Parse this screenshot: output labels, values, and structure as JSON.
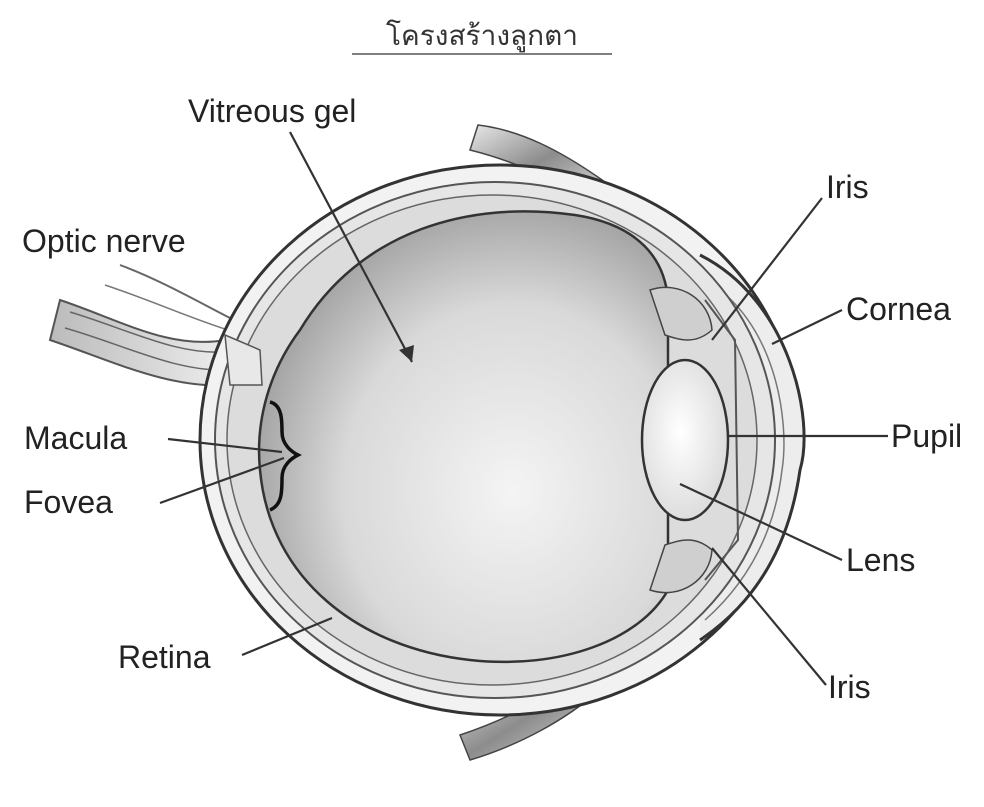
{
  "title": "โครงสร้างลูกตา",
  "labels": {
    "vitreous_gel": "Vitreous gel",
    "optic_nerve": "Optic nerve",
    "iris_top": "Iris",
    "cornea": "Cornea",
    "pupil": "Pupil",
    "macula": "Macula",
    "fovea": "Fovea",
    "lens": "Lens",
    "retina": "Retina",
    "iris_bottom": "Iris"
  }
}
